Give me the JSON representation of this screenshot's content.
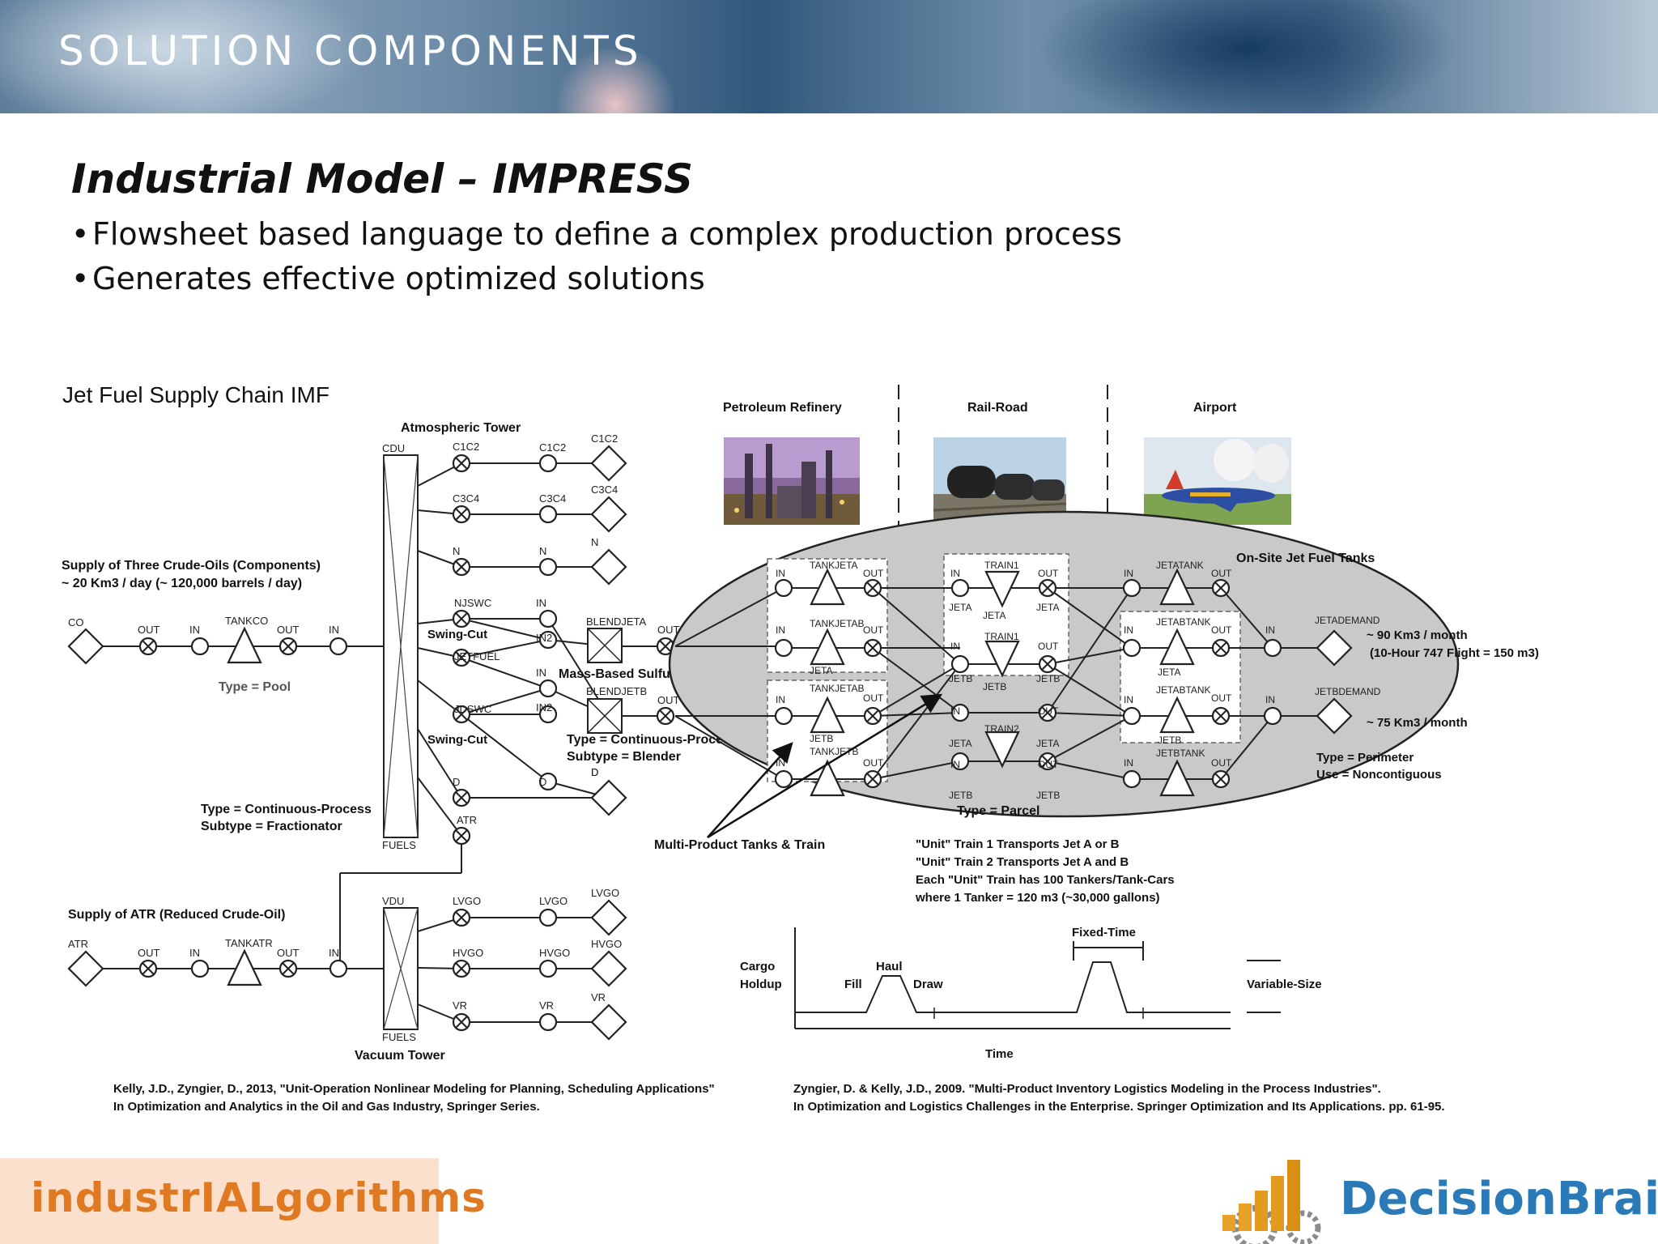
{
  "header": {
    "title": "SOLUTION COMPONENTS"
  },
  "content": {
    "heading": "Industrial Model – IMPRESS",
    "bullets": [
      "Flowsheet based language to define a complex production process",
      "Generates effective optimized solutions"
    ]
  },
  "diagram": {
    "title": "Jet Fuel Supply Chain IMF",
    "atm_tower": "Atmospheric Tower",
    "vac_tower": "Vacuum Tower",
    "cdu": "CDU",
    "vdu": "VDU",
    "fuels": "FUELS",
    "supply_crude_1": "Supply of Three Crude-Oils (Components)",
    "supply_crude_2": "~ 20 Km3 / day (~ 120,000 barrels / day)",
    "supply_atr": "Supply of ATR (Reduced Crude-Oil)",
    "co": "CO",
    "atr": "ATR",
    "out": "OUT",
    "in": "IN",
    "in2": "IN2",
    "tankco": "TANKCO",
    "tankatr": "TANKATR",
    "type_pool": "Type = Pool",
    "frac_type": "Type = Continuous-Process",
    "frac_subtype": "Subtype = Fractionator",
    "c1c2": "C1C2",
    "c3c4": "C3C4",
    "n": "N",
    "njswc": "NJSWC",
    "jetfuel": "JETFUEL",
    "jdswc": "JDSWC",
    "d": "D",
    "lvgo": "LVGO",
    "hvgo": "HVGO",
    "vr": "VR",
    "swing_cut": "Swing-Cut",
    "blendjeta": "BLENDJETA",
    "blendjetb": "BLENDJETB",
    "mass_sulfur": "Mass-Based Sulfur Specification",
    "blend_type": "Type = Continuous-Process",
    "blend_subtype": "Subtype = Blender",
    "petroleum_refinery": "Petroleum Refinery",
    "rail_road": "Rail-Road",
    "airport": "Airport",
    "on_site": "On-Site Jet Fuel Tanks",
    "tankjeta": "TANKJETA",
    "tankjetab": "TANKJETAB",
    "tankjetb": "TANKJETB",
    "jeta": "JETA",
    "jetb": "JETB",
    "train1": "TRAIN1",
    "train2": "TRAIN2",
    "jetatank": "JETATANK",
    "jetabtank": "JETABTANK",
    "jetbtank": "JETBTANK",
    "jetademand": "JETADEMAND",
    "jetbdemand": "JETBDEMAND",
    "demand_a_1": "~ 90 Km3 / month",
    "demand_a_2": "(10-Hour 747 Flight = 150 m3)",
    "demand_b": "~ 75 Km3 / month",
    "type_perimeter": "Type = Perimeter",
    "use_noncontig": "Use = Noncontiguous",
    "type_parcel": "Type = Parcel",
    "multi_product": "Multi-Product Tanks & Train",
    "note_1": "\"Unit\" Train 1 Transports Jet A or B",
    "note_2": "\"Unit\" Train 2 Transports Jet A and B",
    "note_3": "Each \"Unit\" Train has 100 Tankers/Tank-Cars",
    "note_4": "where 1 Tanker = 120 m3 (~30,000 gallons)",
    "cargo": "Cargo",
    "holdup": "Holdup",
    "fill": "Fill",
    "haul": "Haul",
    "draw": "Draw",
    "fixed_time": "Fixed-Time",
    "variable_size": "Variable-Size",
    "time": "Time",
    "ref_left_1": "Kelly, J.D., Zyngier, D., 2013, \"Unit-Operation Nonlinear Modeling for Planning, Scheduling Applications\"",
    "ref_left_2": "In Optimization and Analytics in the Oil and Gas Industry, Springer Series.",
    "ref_right_1": "Zyngier, D. & Kelly, J.D., 2009. \"Multi-Product Inventory Logistics Modeling in the Process Industries\".",
    "ref_right_2": "In Optimization and Logistics Challenges in the Enterprise. Springer Optimization and Its Applications. pp. 61-95."
  },
  "footer": {
    "logo_left": "industrIALgorithms",
    "logo_right": "DecisionBrain"
  }
}
